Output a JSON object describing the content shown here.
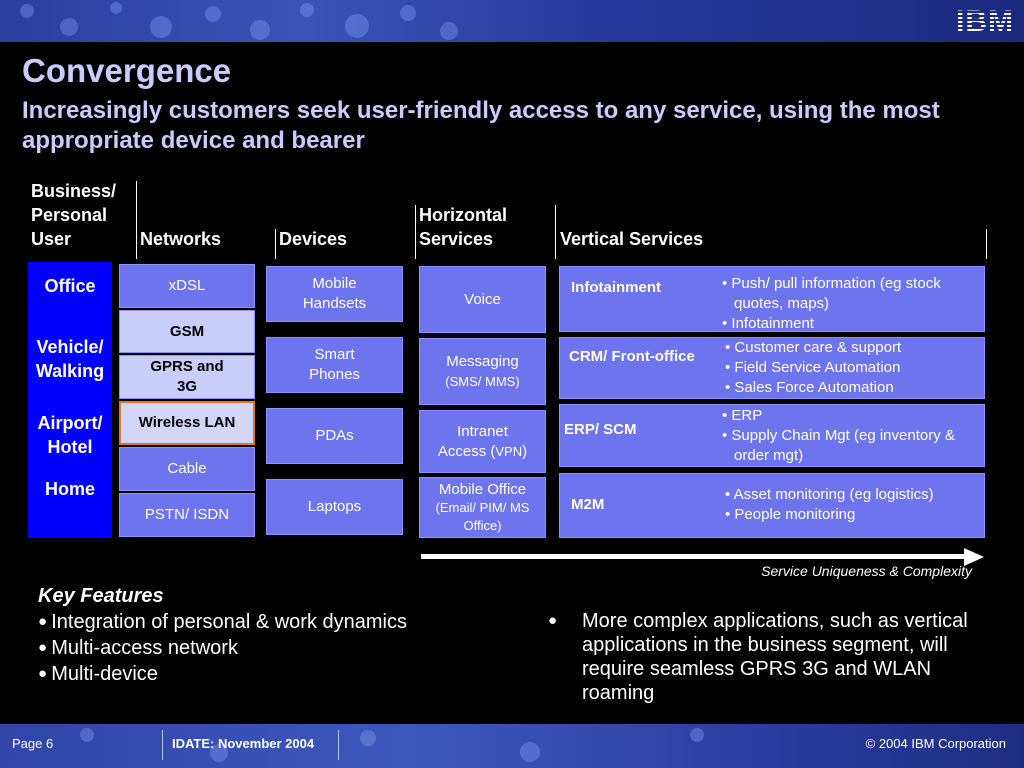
{
  "header": {
    "logo": "IBM"
  },
  "title": "Convergence",
  "subtitle": "Increasingly customers seek user-friendly access to any service, using the most appropriate device and bearer",
  "columns": {
    "user": [
      "Business/",
      "Personal",
      "User"
    ],
    "networks": "Networks",
    "devices": "Devices",
    "horizontal": [
      "Horizontal",
      "Services"
    ],
    "vertical": "Vertical Services"
  },
  "user_locations": [
    "Office",
    "Vehicle/",
    "Walking",
    "Airport/",
    "Hotel",
    "Home"
  ],
  "networks": [
    "xDSL",
    "GSM",
    "GPRS  and",
    "3G",
    "Wireless LAN",
    "Cable",
    "PSTN/ ISDN"
  ],
  "devices": [
    [
      "Mobile",
      "Handsets"
    ],
    [
      "Smart",
      "Phones"
    ],
    [
      "PDAs"
    ],
    [
      "Laptops"
    ]
  ],
  "horizontal_services": {
    "voice": "Voice",
    "messaging": "Messaging",
    "messaging_sub": "(SMS/ MMS)",
    "intranet": "Intranet",
    "intranet_access": "Access (",
    "intranet_vpn": "VPN",
    "intranet_close": ")",
    "mobile_office": "Mobile Office",
    "mobile_office_sub1": "(Email/ PIM/ MS",
    "mobile_office_sub2": "Office)"
  },
  "vertical_services": [
    {
      "name": "Infotainment",
      "items": [
        "Push/ pull information (eg stock quotes, maps)",
        "Infotainment"
      ]
    },
    {
      "name": "CRM/ Front-office",
      "items": [
        "Customer care & support",
        "Field Service Automation",
        "Sales Force Automation"
      ]
    },
    {
      "name": "ERP/ SCM",
      "items": [
        "ERP",
        "Supply Chain Mgt (eg inventory & order mgt)"
      ]
    },
    {
      "name": "M2M",
      "items": [
        "Asset monitoring (eg logistics)",
        "People monitoring"
      ]
    }
  ],
  "arrow_caption": "Service Uniqueness & Complexity",
  "key_features": {
    "title": "Key Features",
    "items": [
      "Integration of personal & work dynamics",
      "Multi-access network",
      "Multi-device"
    ]
  },
  "right_note": "More complex applications, such as vertical applications in the business segment, will require seamless GPRS 3G and WLAN roaming",
  "footer": {
    "page": "Page 6",
    "event": "IDATE: November 2004",
    "copyright": "© 2004 IBM Corporation"
  },
  "colors": {
    "background": "#000000",
    "title": "#c8ccff",
    "box": "#6d74ee",
    "user_column": "#0000ff",
    "highlight_border": "#e3742a"
  }
}
